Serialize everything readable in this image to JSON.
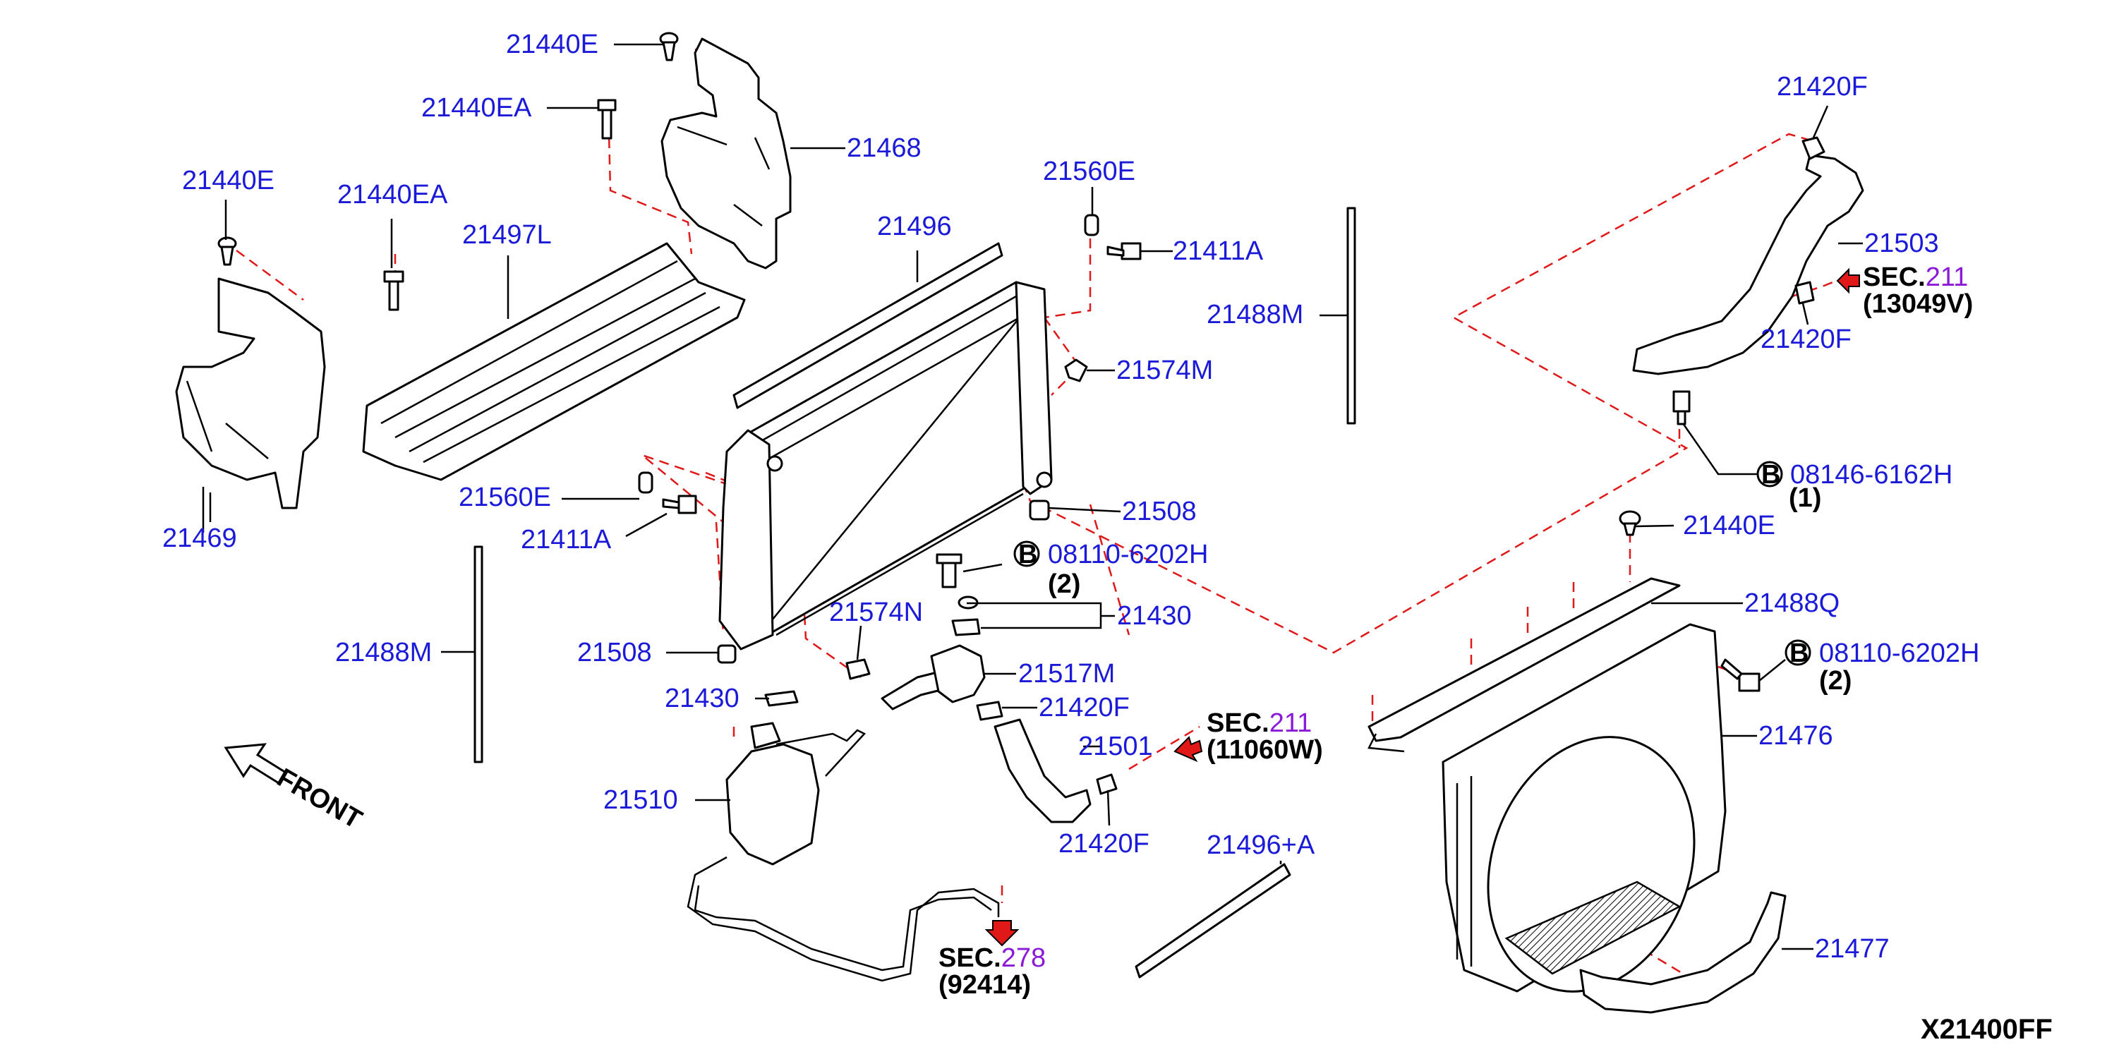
{
  "diagram_code": "X21400FF",
  "front_label": "FRONT",
  "circle_b": "B",
  "colors": {
    "label": "#1a1ad8",
    "section_number": "#8a1ad8",
    "dashed_line": "#e01818",
    "text": "#000000"
  },
  "labels": {
    "l21440E_a": "21440E",
    "l21440EA_a": "21440EA",
    "l21468": "21468",
    "l21440E_b": "21440E",
    "l21440EA_b": "21440EA",
    "l21497L": "21497L",
    "l21469": "21469",
    "l21560E_a": "21560E",
    "l21411A_a": "21411A",
    "l21496": "21496",
    "l21488M_a": "21488M",
    "l21574M": "21574M",
    "l21560E_b": "21560E",
    "l21411A_b": "21411A",
    "l21508_a": "21508",
    "l08110_a": "08110-6202H",
    "l21574N": "21574N",
    "l21430_a": "21430",
    "l21488M_b": "21488M",
    "l21508_b": "21508",
    "l21517M": "21517M",
    "l21430_b": "21430",
    "l21420F_a": "21420F",
    "l21501": "21501",
    "l21510": "21510",
    "l21420F_b": "21420F",
    "l21496A": "21496+A",
    "l21420F_c": "21420F",
    "l21503": "21503",
    "l21420F_d": "21420F",
    "l08146": "08146-6162H",
    "l21440E_c": "21440E",
    "l21488Q": "21488Q",
    "l08110_b": "08110-6202H",
    "l21476": "21476",
    "l21477": "21477"
  },
  "qty": {
    "q1": "(1)",
    "q2a": "(2)",
    "q2b": "(2)"
  },
  "sections": [
    {
      "prefix": "SEC.",
      "number": "211",
      "ref": "(13049V)"
    },
    {
      "prefix": "SEC.",
      "number": "211",
      "ref": "(11060W)"
    },
    {
      "prefix": "SEC.",
      "number": "278",
      "ref": "(92414)"
    }
  ]
}
